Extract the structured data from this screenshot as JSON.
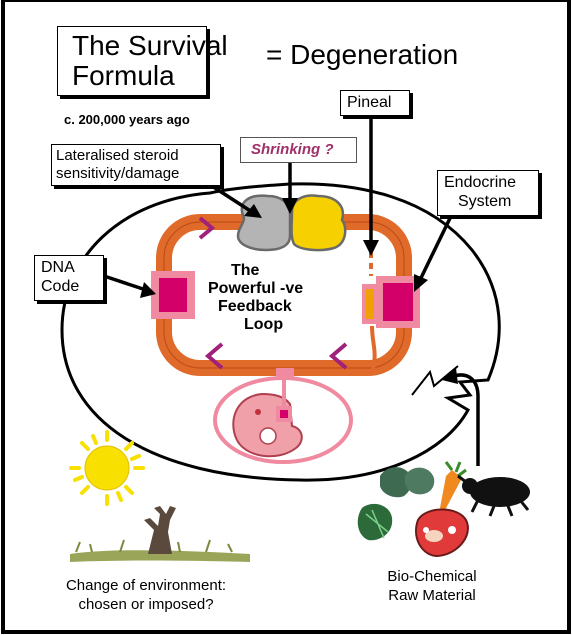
{
  "title": {
    "line1": "The Survival",
    "line2": "Formula"
  },
  "equals_text": "= Degeneration",
  "date_text": "c. 200,000 years ago",
  "labels": {
    "lateralised_line1": "Lateralised steroid",
    "lateralised_line2": "sensitivity/damage",
    "shrinking": "Shrinking ?",
    "pineal": "Pineal",
    "endocrine_line1": "Endocrine",
    "endocrine_line2": "System",
    "dna_line1": "DNA",
    "dna_line2": "Code"
  },
  "loop_label": {
    "line1": "The",
    "line2": "Powerful -ve",
    "line3": "Feedback",
    "line4": "Loop"
  },
  "environment_label": {
    "line1": "Change of environment:",
    "line2": "chosen or imposed?"
  },
  "biochem_label": {
    "line1": "Bio-Chemical",
    "line2": "Raw Material"
  },
  "colors": {
    "loop": "#e06a2a",
    "magenta": "#d4006a",
    "pink": "#f08aa0",
    "brain_left": "#b4b4b4",
    "brain_right": "#f6d000",
    "shrinking_text": "#a0306a",
    "sun": "#f8e000",
    "chevron": "#a0207a"
  },
  "icons": [
    "sun-icon",
    "tree-icon",
    "leaf-icon",
    "carrot-icon",
    "beetle-icon",
    "meat-icon",
    "embryo-icon",
    "brain-icon"
  ]
}
